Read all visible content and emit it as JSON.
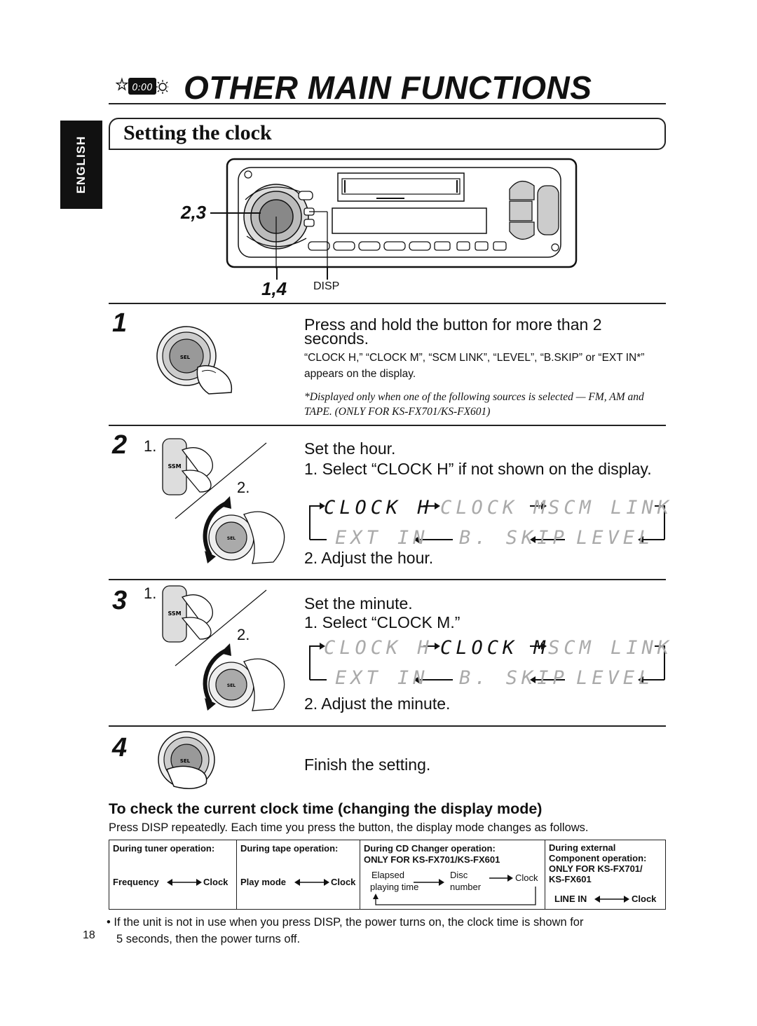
{
  "header": {
    "title": "OTHER MAIN FUNCTIONS",
    "icon_text": "0:00"
  },
  "section": {
    "title": "Setting the clock"
  },
  "language_tab": "ENGLISH",
  "unit_diagram": {
    "callout_top": "2,3",
    "callout_bottom": "1,4",
    "disp_label": "DISP"
  },
  "steps": [
    {
      "number": "1",
      "main": "Press and hold the button for more than 2 seconds.",
      "note": "“CLOCK H,” “CLOCK M”, “SCM LINK”, “LEVEL”, “B.SKIP” or “EXT IN*” appears on the display.",
      "footnote": "*Displayed only when one of the following sources is selected — FM, AM and TAPE. (ONLY FOR KS-FX701/KS-FX601)",
      "button_label": "SEL"
    },
    {
      "number": "2",
      "sub1": "1.",
      "sub2": "2.",
      "main": "Set the hour.",
      "item1": "1. Select “CLOCK H” if not shown on the display.",
      "item2": "2. Adjust the hour.",
      "ssm_label": "SSM",
      "sel_label": "SEL"
    },
    {
      "number": "3",
      "sub1": "1.",
      "sub2": "2.",
      "main": "Set the minute.",
      "item1": "1. Select “CLOCK M.”",
      "item2": "2. Adjust the minute.",
      "ssm_label": "SSM",
      "sel_label": "SEL"
    },
    {
      "number": "4",
      "main": "Finish the setting.",
      "button_label": "SEL"
    }
  ],
  "lcd_cycle": {
    "top": [
      "CLOCK H",
      "CLOCK M",
      "SCM LINK"
    ],
    "bottom": [
      "EXT IN",
      "B. SKIP",
      "LEVEL"
    ]
  },
  "display_mode": {
    "heading": "To check the current clock time (changing the display mode)",
    "text": "Press DISP repeatedly. Each time you press the button, the display mode changes as follows.",
    "columns": [
      {
        "header": "During tuner operation:",
        "left": "Frequency",
        "right": "Clock"
      },
      {
        "header": "During tape operation:",
        "left": "Play mode",
        "right": "Clock"
      },
      {
        "header": "During CD Changer operation:",
        "subheader": "ONLY FOR KS-FX701/KS-FX601",
        "item1a": "Elapsed",
        "item1b": "playing time",
        "item2a": "Disc",
        "item2b": "number",
        "item3": "Clock"
      },
      {
        "header": "During external",
        "header2": "Component operation:",
        "subheader": "ONLY FOR KS-FX701/",
        "subheader2": "KS-FX601",
        "left": "LINE IN",
        "right": "Clock"
      }
    ]
  },
  "bullet": {
    "line1": "• If the unit is not in use when you press DISP, the power turns on, the clock time is shown for",
    "line2": "5 seconds, then the power turns off."
  },
  "page_number": "18"
}
